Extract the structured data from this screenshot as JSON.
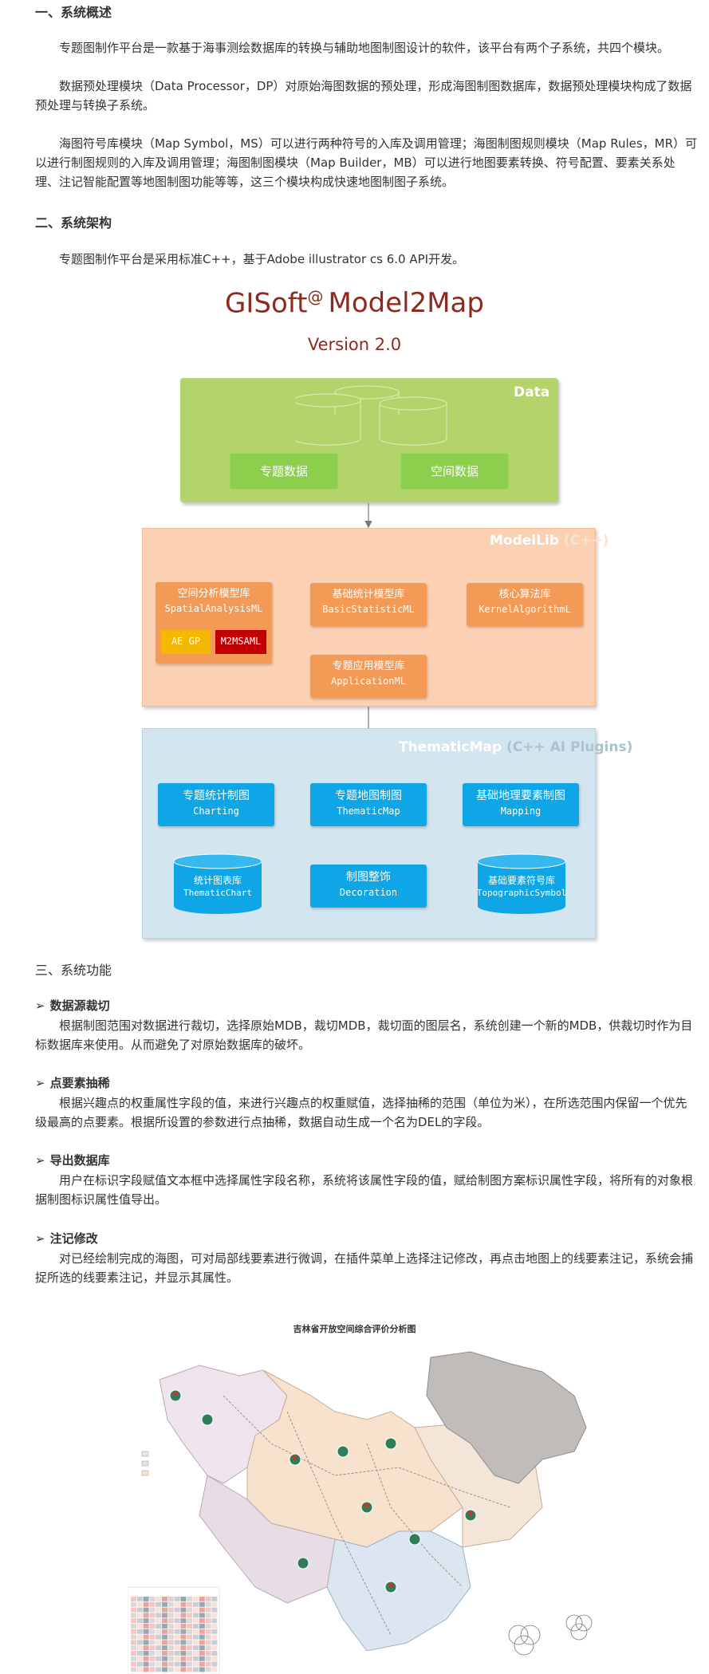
{
  "sections": {
    "overview": {
      "heading": "一、系统概述",
      "p1": "专题图制作平台是一款基于海事测绘数据库的转换与辅助地图制图设计的软件，该平台有两个子系统，共四个模块。",
      "p2": "数据预处理模块（Data Processor，DP）对原始海图数据的预处理，形成海图制图数据库，数据预处理模块构成了数据预处理与转换子系统。",
      "p3": "海图符号库模块（Map Symbol，MS）可以进行两种符号的入库及调用管理；海图制图规则模块（Map Rules，MR）可以进行制图规则的入库及调用管理；海图制图模块（Map Builder，MB）可以进行地图要素转换、符号配置、要素关系处理、注记智能配置等地图制图功能等等，这三个模块构成快速地图制图子系统。"
    },
    "architecture": {
      "heading": "二、系统架构",
      "p1": "专题图制作平台是采用标准C++，基于Adobe illustrator cs 6.0 API开发。"
    },
    "functions": {
      "heading": "三、系统功能",
      "items": [
        {
          "title": "数据源裁切",
          "text": "根据制图范围对数据进行裁切，选择原始MDB，裁切MDB，裁切面的图层名，系统创建一个新的MDB，供裁切时作为目标数据库来使用。从而避免了对原始数据库的破坏。"
        },
        {
          "title": "点要素抽稀",
          "text": "根据兴趣点的权重属性字段的值，来进行兴趣点的权重赋值，选择抽稀的范围（单位为米），在所选范围内保留一个优先级最高的点要素。根据所设置的参数进行点抽稀，数据自动生成一个名为DEL的字段。"
        },
        {
          "title": "导出数据库",
          "text": "用户在标识字段赋值文本框中选择属性字段名称，系统将该属性字段的值，赋给制图方案标识属性字段，将所有的对象根据制图标识属性值导出。"
        },
        {
          "title": "注记修改",
          "text": "对已经绘制完成的海图，可对局部线要素进行微调，在插件菜单上选择注记修改，再点击地图上的线要素注记，系统会捕捉所选的线要素注记，并显示其属性。"
        }
      ]
    }
  },
  "diagram": {
    "title_main": "GISoft",
    "title_at": "@",
    "title_product": "Model2Map",
    "version": "Version 2.0",
    "data": {
      "label": "Data",
      "left": "专题数据",
      "right": "空间数据"
    },
    "modellib": {
      "label": "ModelLib",
      "paren": "(C++)",
      "spatial": {
        "cn": "空间分析模型库",
        "en": "SpatialAnalysisML"
      },
      "ae_gp": "AE GP",
      "m2msaml": "M2MSAML",
      "basic": {
        "cn": "基础统计模型库",
        "en": "BasicStatisticML"
      },
      "kernel": {
        "cn": "核心算法库",
        "en": "KernelAlgorithmL"
      },
      "app": {
        "cn": "专题应用模型库",
        "en": "ApplicationML"
      }
    },
    "thematic": {
      "label": "ThematicMap",
      "paren": "(C++ AI Plugins)",
      "charting": {
        "cn": "专题统计制图",
        "en": "Charting"
      },
      "thematicmap": {
        "cn": "专题地图制图",
        "en": "ThematicMap"
      },
      "mapping": {
        "cn": "基础地理要素制图",
        "en": "Mapping"
      },
      "chartlib": {
        "cn": "统计图表库",
        "en": "ThematicChart"
      },
      "decoration": {
        "cn": "制图整饰",
        "en": "Decoration"
      },
      "symbol": {
        "cn": "基础要素符号库",
        "en": "TopographicSymbol"
      }
    },
    "colors": {
      "title": "#8e2a1d",
      "green": "#8bcf4d",
      "orange": "#f49a57",
      "blue": "#0ea6e6"
    }
  },
  "map": {
    "title": "吉林省开放空间综合评价分析图"
  }
}
